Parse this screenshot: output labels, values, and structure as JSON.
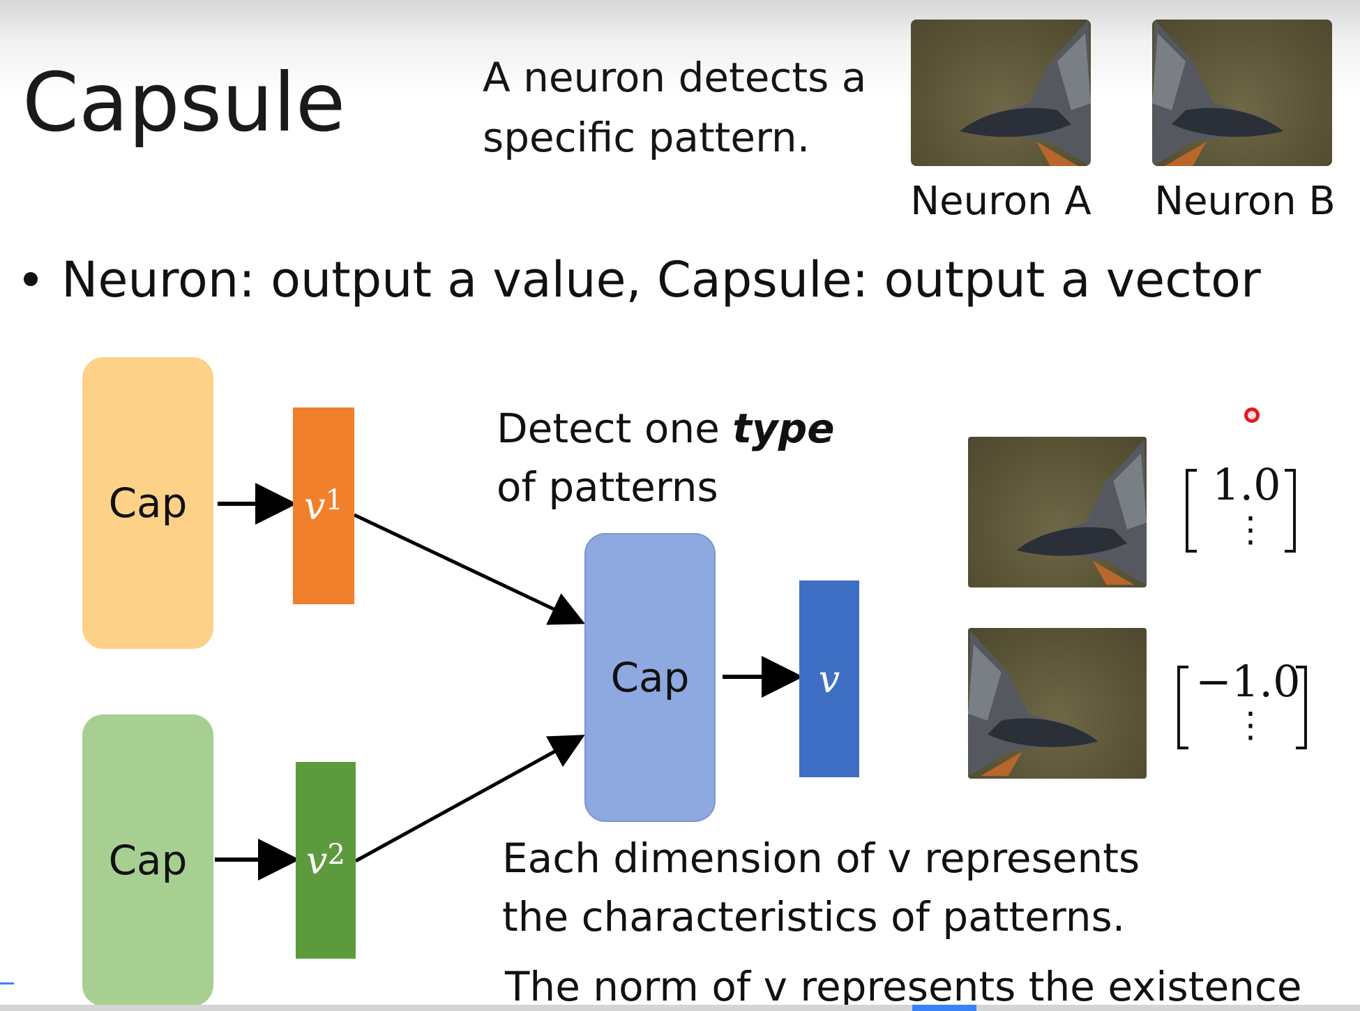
{
  "slide": {
    "title": "Capsule",
    "note_line1": "A neuron detects a",
    "note_line2": "specific pattern.",
    "neuron_a_label": "Neuron A",
    "neuron_b_label": "Neuron B",
    "bullet": "Neuron: output a value, Capsule: output a vector"
  },
  "diagram": {
    "cap_label": "Cap",
    "v1_symbol": "v",
    "v1_sup": "1",
    "v2_symbol": "v",
    "v2_sup": "2",
    "v_symbol": "v",
    "detect_line1_pre": "Detect one ",
    "detect_line1_em": "type",
    "detect_line2": "of patterns",
    "each_dim_line1": "Each dimension of v represents",
    "each_dim_line2": "the characteristics of patterns.",
    "norm_line": "The norm of v represents the existence"
  },
  "vectors": {
    "top_value": "1.0",
    "bottom_value": "−1.0",
    "ellipsis": "⋮"
  },
  "colors": {
    "cap_orange": "#fdd188",
    "vec_orange": "#f0802b",
    "cap_green": "#a8cf92",
    "vec_green": "#5d9a3d",
    "cap_blue": "#8ea9e0",
    "vec_blue": "#3f6fc4"
  },
  "icons": {
    "pattern_image": "beak-image-icon",
    "laser_pointer": "laser-pointer-icon"
  }
}
